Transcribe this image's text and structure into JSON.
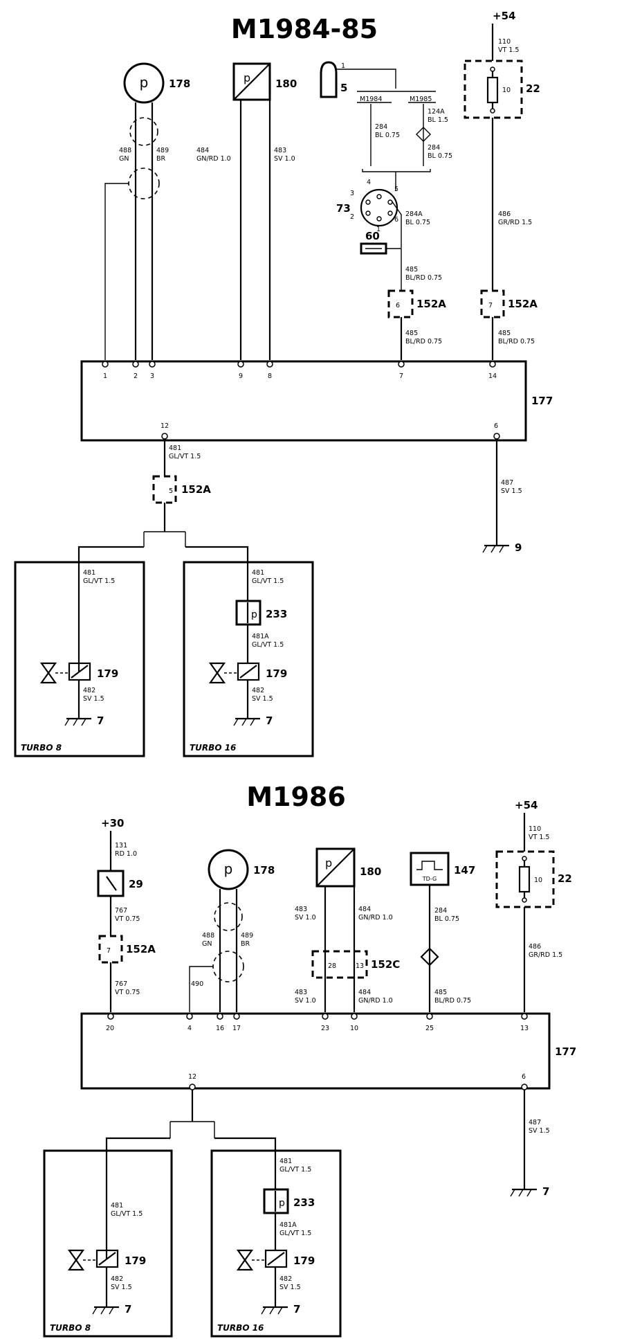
{
  "section_1984": {
    "title": "M1984-85",
    "supply": "+54",
    "wire_110": "110",
    "wire_110_spec": "VT 1.5",
    "fuse_no": "10",
    "fuse_ref": "22",
    "ref_178": "178",
    "ref_180": "180",
    "ref_5": "5",
    "pin_5": "1",
    "label_m1984": "M1984",
    "label_m1985": "M1985",
    "w488": "488",
    "w488_spec": "GN",
    "w489": "489",
    "w489_spec": "BR",
    "w484": "484",
    "w484_spec": "GN/RD 1.0",
    "w483": "483",
    "w483_spec": "SV 1.0",
    "w284_left": "284",
    "w284_left_spec": "BL 0.75",
    "w124a": "124A",
    "w124a_spec": "BL 1.5",
    "w284_right": "284",
    "w284_right_spec": "BL 0.75",
    "ref_73": "73",
    "pins_73": [
      "3",
      "4",
      "5",
      "2",
      "6",
      "1"
    ],
    "w284a": "284A",
    "w284a_spec": "BL 0.75",
    "ref_60": "60",
    "w485_a": "485",
    "w485_a_spec": "BL/RD 0.75",
    "conn_152a_6": "6",
    "ref_152a_1": "152A",
    "w485_b": "485",
    "w485_b_spec": "BL/RD 0.75",
    "w486": "486",
    "w486_spec": "GR/RD 1.5",
    "conn_152a_7": "7",
    "ref_152a_2": "152A",
    "w485_c": "485",
    "w485_c_spec": "BL/RD 0.75",
    "ecu_pins_top": [
      "1",
      "2",
      "3",
      "9",
      "8",
      "7",
      "14"
    ],
    "ecu_ref": "177",
    "ecu_pin_12": "12",
    "ecu_pin_6": "6",
    "w481": "481",
    "w481_spec": "GL/VT 1.5",
    "conn_152a_5": "5",
    "ref_152a_3": "152A",
    "w487": "487",
    "w487_spec": "SV 1.5",
    "ground_9": "9",
    "t8_w481": "481",
    "t8_w481_spec": "GL/VT 1.5",
    "t8_ref_179": "179",
    "t8_w482": "482",
    "t8_w482_spec": "SV 1.5",
    "t8_ground": "7",
    "t8_label": "TURBO 8",
    "t16_w481": "481",
    "t16_w481_spec": "GL/VT 1.5",
    "t16_ref_233": "233",
    "t16_w481a": "481A",
    "t16_w481a_spec": "GL/VT 1.5",
    "t16_ref_179": "179",
    "t16_w482": "482",
    "t16_w482_spec": "SV 1.5",
    "t16_ground": "7",
    "t16_label": "TURBO 16"
  },
  "section_1986": {
    "title": "M1986",
    "supply_30": "+30",
    "w131": "131",
    "w131_spec": "RD 1.0",
    "ref_29": "29",
    "w767_a": "767",
    "w767_a_spec": "VT 0.75",
    "conn_152a_7": "7",
    "ref_152a": "152A",
    "w767_b": "767",
    "w767_b_spec": "VT 0.75",
    "ref_178": "178",
    "w488": "488",
    "w488_spec": "GN",
    "w489": "489",
    "w489_spec": "BR",
    "w490": "490",
    "ref_180": "180",
    "w483_a": "483",
    "w483_a_spec": "SV 1.0",
    "w484_a": "484",
    "w484_a_spec": "GN/RD 1.0",
    "conn_152c_28": "28",
    "conn_152c_13": "13",
    "ref_152c": "152C",
    "w483_b": "483",
    "w483_b_spec": "SV 1.0",
    "w484_b": "484",
    "w484_b_spec": "GN/RD 1.0",
    "ref_147": "147",
    "label_147": "TD-G",
    "w284": "284",
    "w284_spec": "BL 0.75",
    "w485": "485",
    "w485_spec": "BL/RD 0.75",
    "supply_54": "+54",
    "w110": "110",
    "w110_spec": "VT 1.5",
    "fuse_no": "10",
    "fuse_ref": "22",
    "w486": "486",
    "w486_spec": "GR/RD 1.5",
    "ecu_pins_top": [
      "20",
      "4",
      "16",
      "17",
      "23",
      "10",
      "25",
      "13"
    ],
    "ecu_ref": "177",
    "ecu_pin_12": "12",
    "ecu_pin_6": "6",
    "w487": "487",
    "w487_spec": "SV 1.5",
    "ground_7": "7",
    "t8_w481": "481",
    "t8_w481_spec": "GL/VT 1.5",
    "t8_ref_179": "179",
    "t8_w482": "482",
    "t8_w482_spec": "SV 1.5",
    "t8_ground": "7",
    "t8_label": "TURBO 8",
    "t16_w481": "481",
    "t16_w481_spec": "GL/VT 1.5",
    "t16_ref_233": "233",
    "t16_w481a": "481A",
    "t16_w481a_spec": "GL/VT 1.5",
    "t16_ref_179": "179",
    "t16_w482": "482",
    "t16_w482_spec": "SV 1.5",
    "t16_ground": "7",
    "t16_label": "TURBO 16"
  }
}
